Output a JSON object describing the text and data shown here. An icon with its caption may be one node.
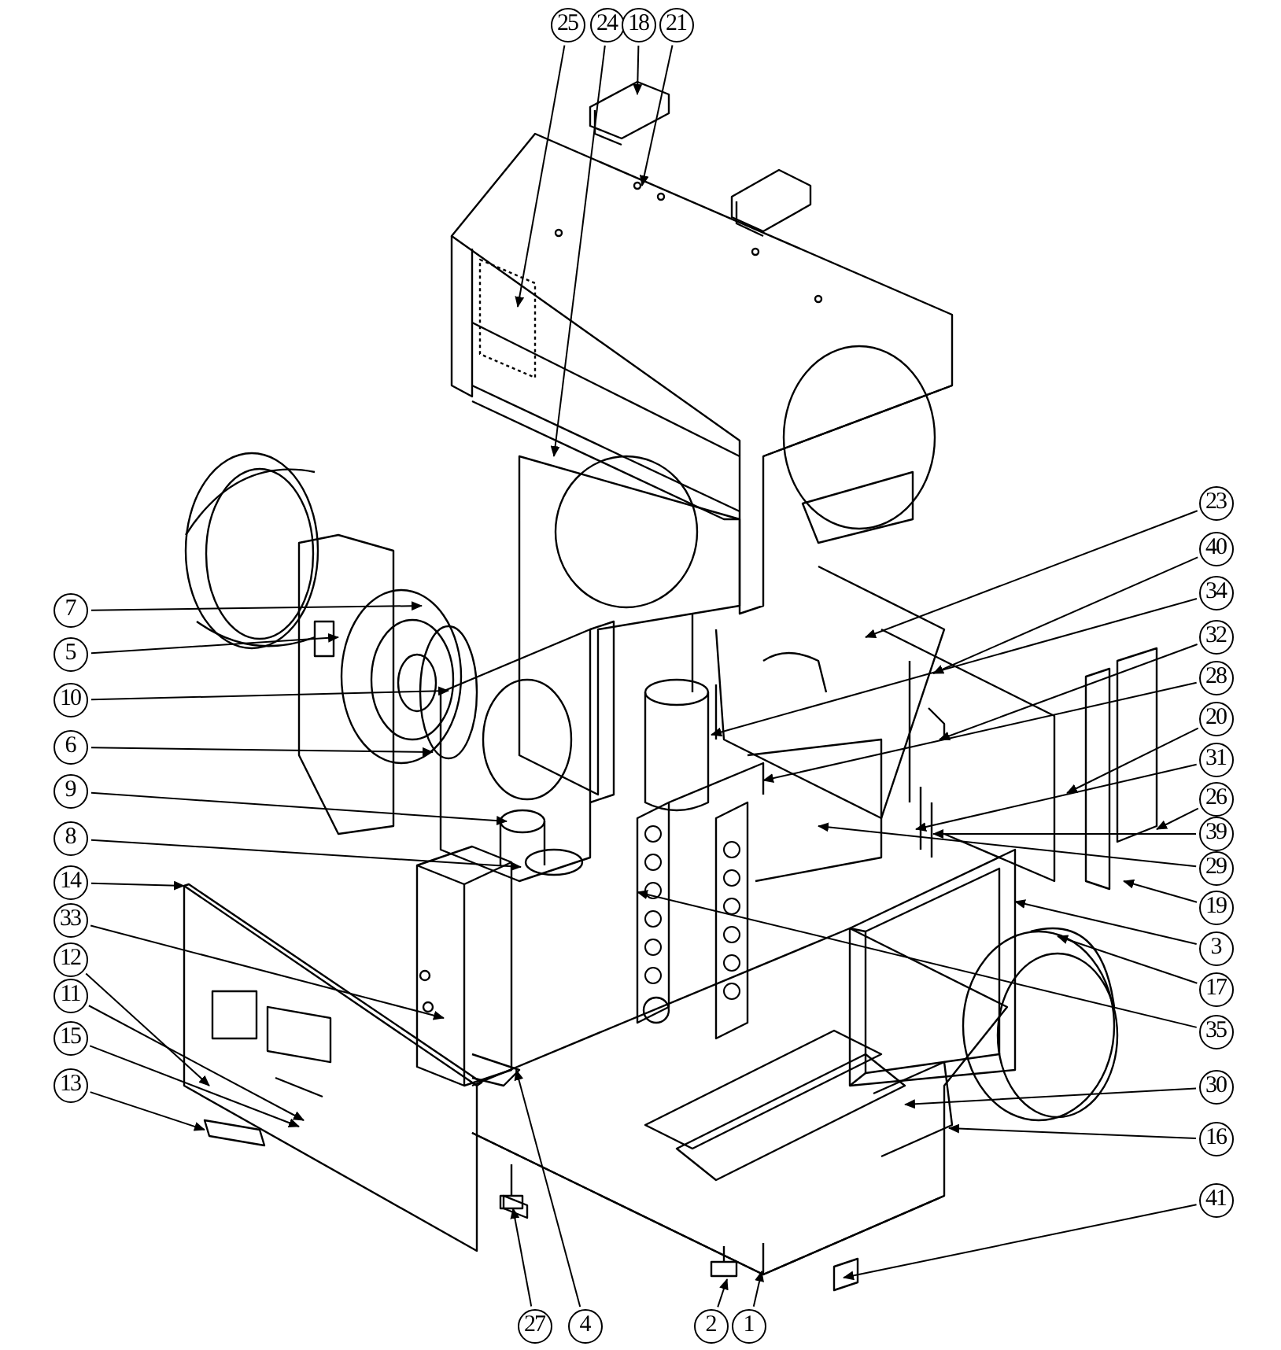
{
  "diagram": {
    "nodes": [
      {
        "text": [
          "25"
        ]
      },
      {
        "text": [
          "24"
        ]
      },
      {
        "text": [
          "18"
        ]
      },
      {
        "text": [
          "21"
        ]
      },
      {
        "text": [
          "23"
        ]
      },
      {
        "text": [
          "40"
        ]
      },
      {
        "text": [
          "34"
        ]
      },
      {
        "text": [
          "7"
        ]
      },
      {
        "text": [
          "32"
        ]
      },
      {
        "text": [
          "5"
        ]
      },
      {
        "text": [
          "28"
        ]
      },
      {
        "text": [
          "10"
        ]
      },
      {
        "text": [
          "20"
        ]
      },
      {
        "text": [
          "6"
        ]
      },
      {
        "text": [
          "31"
        ]
      },
      {
        "text": [
          "9"
        ]
      },
      {
        "text": [
          "26"
        ]
      },
      {
        "text": [
          "39"
        ]
      },
      {
        "text": [
          "8"
        ]
      },
      {
        "text": [
          "29"
        ]
      },
      {
        "text": [
          "14"
        ]
      },
      {
        "text": [
          "19"
        ]
      },
      {
        "text": [
          "33"
        ]
      },
      {
        "text": [
          "3"
        ]
      },
      {
        "text": [
          "12"
        ]
      },
      {
        "text": [
          "17"
        ]
      },
      {
        "text": [
          "11"
        ]
      },
      {
        "text": [
          "35"
        ]
      },
      {
        "text": [
          "15"
        ]
      },
      {
        "text": [
          "13"
        ]
      },
      {
        "text": [
          "30"
        ]
      },
      {
        "text": [
          "16"
        ]
      },
      {
        "text": [
          "41"
        ]
      },
      {
        "text": [
          "27"
        ]
      },
      {
        "text": [
          "4"
        ]
      },
      {
        "text": [
          "2"
        ]
      },
      {
        "text": [
          "1"
        ]
      }
    ],
    "edges": [
      {
        "from": 0,
        "to": null,
        "arrow": "to"
      },
      {
        "from": 1,
        "to": null,
        "arrow": "to"
      },
      {
        "from": 2,
        "to": null,
        "arrow": "to"
      },
      {
        "from": 3,
        "to": null,
        "arrow": "to"
      },
      {
        "from": 4,
        "to": null,
        "arrow": "to"
      },
      {
        "from": 5,
        "to": null,
        "arrow": "to"
      },
      {
        "from": 6,
        "to": null,
        "arrow": "to"
      },
      {
        "from": 7,
        "to": null,
        "arrow": "to"
      },
      {
        "from": 8,
        "to": null,
        "arrow": "to"
      },
      {
        "from": 9,
        "to": null,
        "arrow": "to"
      },
      {
        "from": 10,
        "to": null,
        "arrow": "to"
      },
      {
        "from": 11,
        "to": null,
        "arrow": "to"
      },
      {
        "from": 12,
        "to": null,
        "arrow": "to"
      },
      {
        "from": 13,
        "to": null,
        "arrow": "to"
      },
      {
        "from": 14,
        "to": null,
        "arrow": "to"
      },
      {
        "from": 15,
        "to": null,
        "arrow": "to"
      },
      {
        "from": 16,
        "to": null,
        "arrow": "to"
      },
      {
        "from": 17,
        "to": null,
        "arrow": "to"
      },
      {
        "from": 18,
        "to": null,
        "arrow": "to"
      },
      {
        "from": 19,
        "to": null,
        "arrow": "to"
      },
      {
        "from": 20,
        "to": null,
        "arrow": "to"
      },
      {
        "from": 21,
        "to": null,
        "arrow": "to"
      },
      {
        "from": 22,
        "to": null,
        "arrow": "to"
      },
      {
        "from": 23,
        "to": null,
        "arrow": "to"
      },
      {
        "from": 24,
        "to": null,
        "arrow": "to"
      },
      {
        "from": 25,
        "to": null,
        "arrow": "to"
      },
      {
        "from": 26,
        "to": null,
        "arrow": "to"
      },
      {
        "from": 27,
        "to": null,
        "arrow": "to"
      },
      {
        "from": 28,
        "to": null,
        "arrow": "to"
      },
      {
        "from": 29,
        "to": null,
        "arrow": "to"
      },
      {
        "from": 30,
        "to": null,
        "arrow": "to"
      },
      {
        "from": 31,
        "to": null,
        "arrow": "to"
      },
      {
        "from": 32,
        "to": null,
        "arrow": "to"
      },
      {
        "from": 33,
        "to": null,
        "arrow": "to"
      },
      {
        "from": 34,
        "to": null,
        "arrow": "to"
      },
      {
        "from": 35,
        "to": null,
        "arrow": "to"
      },
      {
        "from": 36,
        "to": null,
        "arrow": "to"
      }
    ]
  }
}
